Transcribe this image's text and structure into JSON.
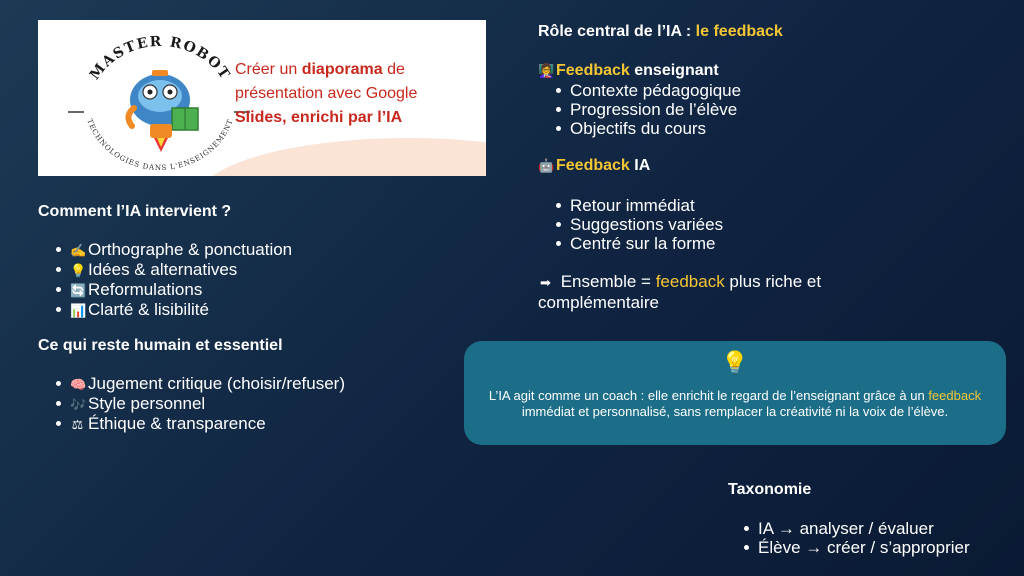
{
  "banner": {
    "logo_text_top": "MASTER ROBOT",
    "logo_text_bottom": "TECHNOLOGIES DANS L'ENSEIGNEMENT",
    "line1_a": "Créer un ",
    "line1_b": "diaporama",
    "line1_c": " de",
    "line2": "présentation avec Google",
    "line3_a": "Slides, ",
    "line3_b": "enrichi par l’IA"
  },
  "left": {
    "section1": {
      "title": "Comment l’IA intervient ?",
      "items": [
        {
          "icon": "writing-hand-icon",
          "glyph": "✍",
          "label": "Orthographe & ponctuation"
        },
        {
          "icon": "lightbulb-icon",
          "glyph": "💡",
          "label": "Idées & alternatives"
        },
        {
          "icon": "refresh-icon",
          "glyph": "🔄",
          "label": "Reformulations"
        },
        {
          "icon": "bar-chart-icon",
          "glyph": "📊",
          "label": "Clarté & lisibilité"
        }
      ]
    },
    "section2": {
      "title": "Ce qui reste humain et essentiel",
      "items": [
        {
          "icon": "brain-icon",
          "glyph": "🧠",
          "label": "Jugement critique (choisir/refuser)"
        },
        {
          "icon": "music-notes-icon",
          "glyph": "🎶",
          "label": "Style personnel"
        },
        {
          "icon": "scales-icon",
          "glyph": "⚖",
          "label": "Éthique & transparence"
        }
      ]
    }
  },
  "right": {
    "title_a": "Rôle central de l’IA : ",
    "title_b": "le feedback",
    "teacher": {
      "icon": "teacher-icon",
      "glyph": "👩‍🏫",
      "title_a": "Feedback",
      "title_b": " enseignant",
      "items": [
        "Contexte pédagogique",
        "Progression de l’élève",
        "Objectifs du cours"
      ]
    },
    "ai": {
      "icon": "robot-icon",
      "glyph": "🤖",
      "title_a": "Feedback",
      "title_b": " IA",
      "items": [
        "Retour immédiat",
        "Suggestions variées",
        "Centré sur la forme"
      ]
    },
    "summary": {
      "icon": "arrow-right-icon",
      "glyph": "➡",
      "text_a": " Ensemble = ",
      "text_b": "feedback",
      "text_c": " plus riche et",
      "text_d": "complémentaire"
    }
  },
  "note": {
    "icon": "lightbulb-icon",
    "glyph": "💡",
    "text_a": "L’IA agit comme un coach : elle enrichit le regard de l’enseignant grâce à un ",
    "text_b": "feedback",
    "text_c": " immédiat et personnalisé, sans remplacer la créativité ni la voix de l’élève."
  },
  "taxonomy": {
    "title": "Taxonomie",
    "items": [
      "IA → analyser / évaluer",
      "Élève → créer / s’approprier"
    ]
  },
  "colors": {
    "highlight": "#f4c633",
    "banner_red": "#c8281e",
    "note_bg": "#1c6e88"
  }
}
